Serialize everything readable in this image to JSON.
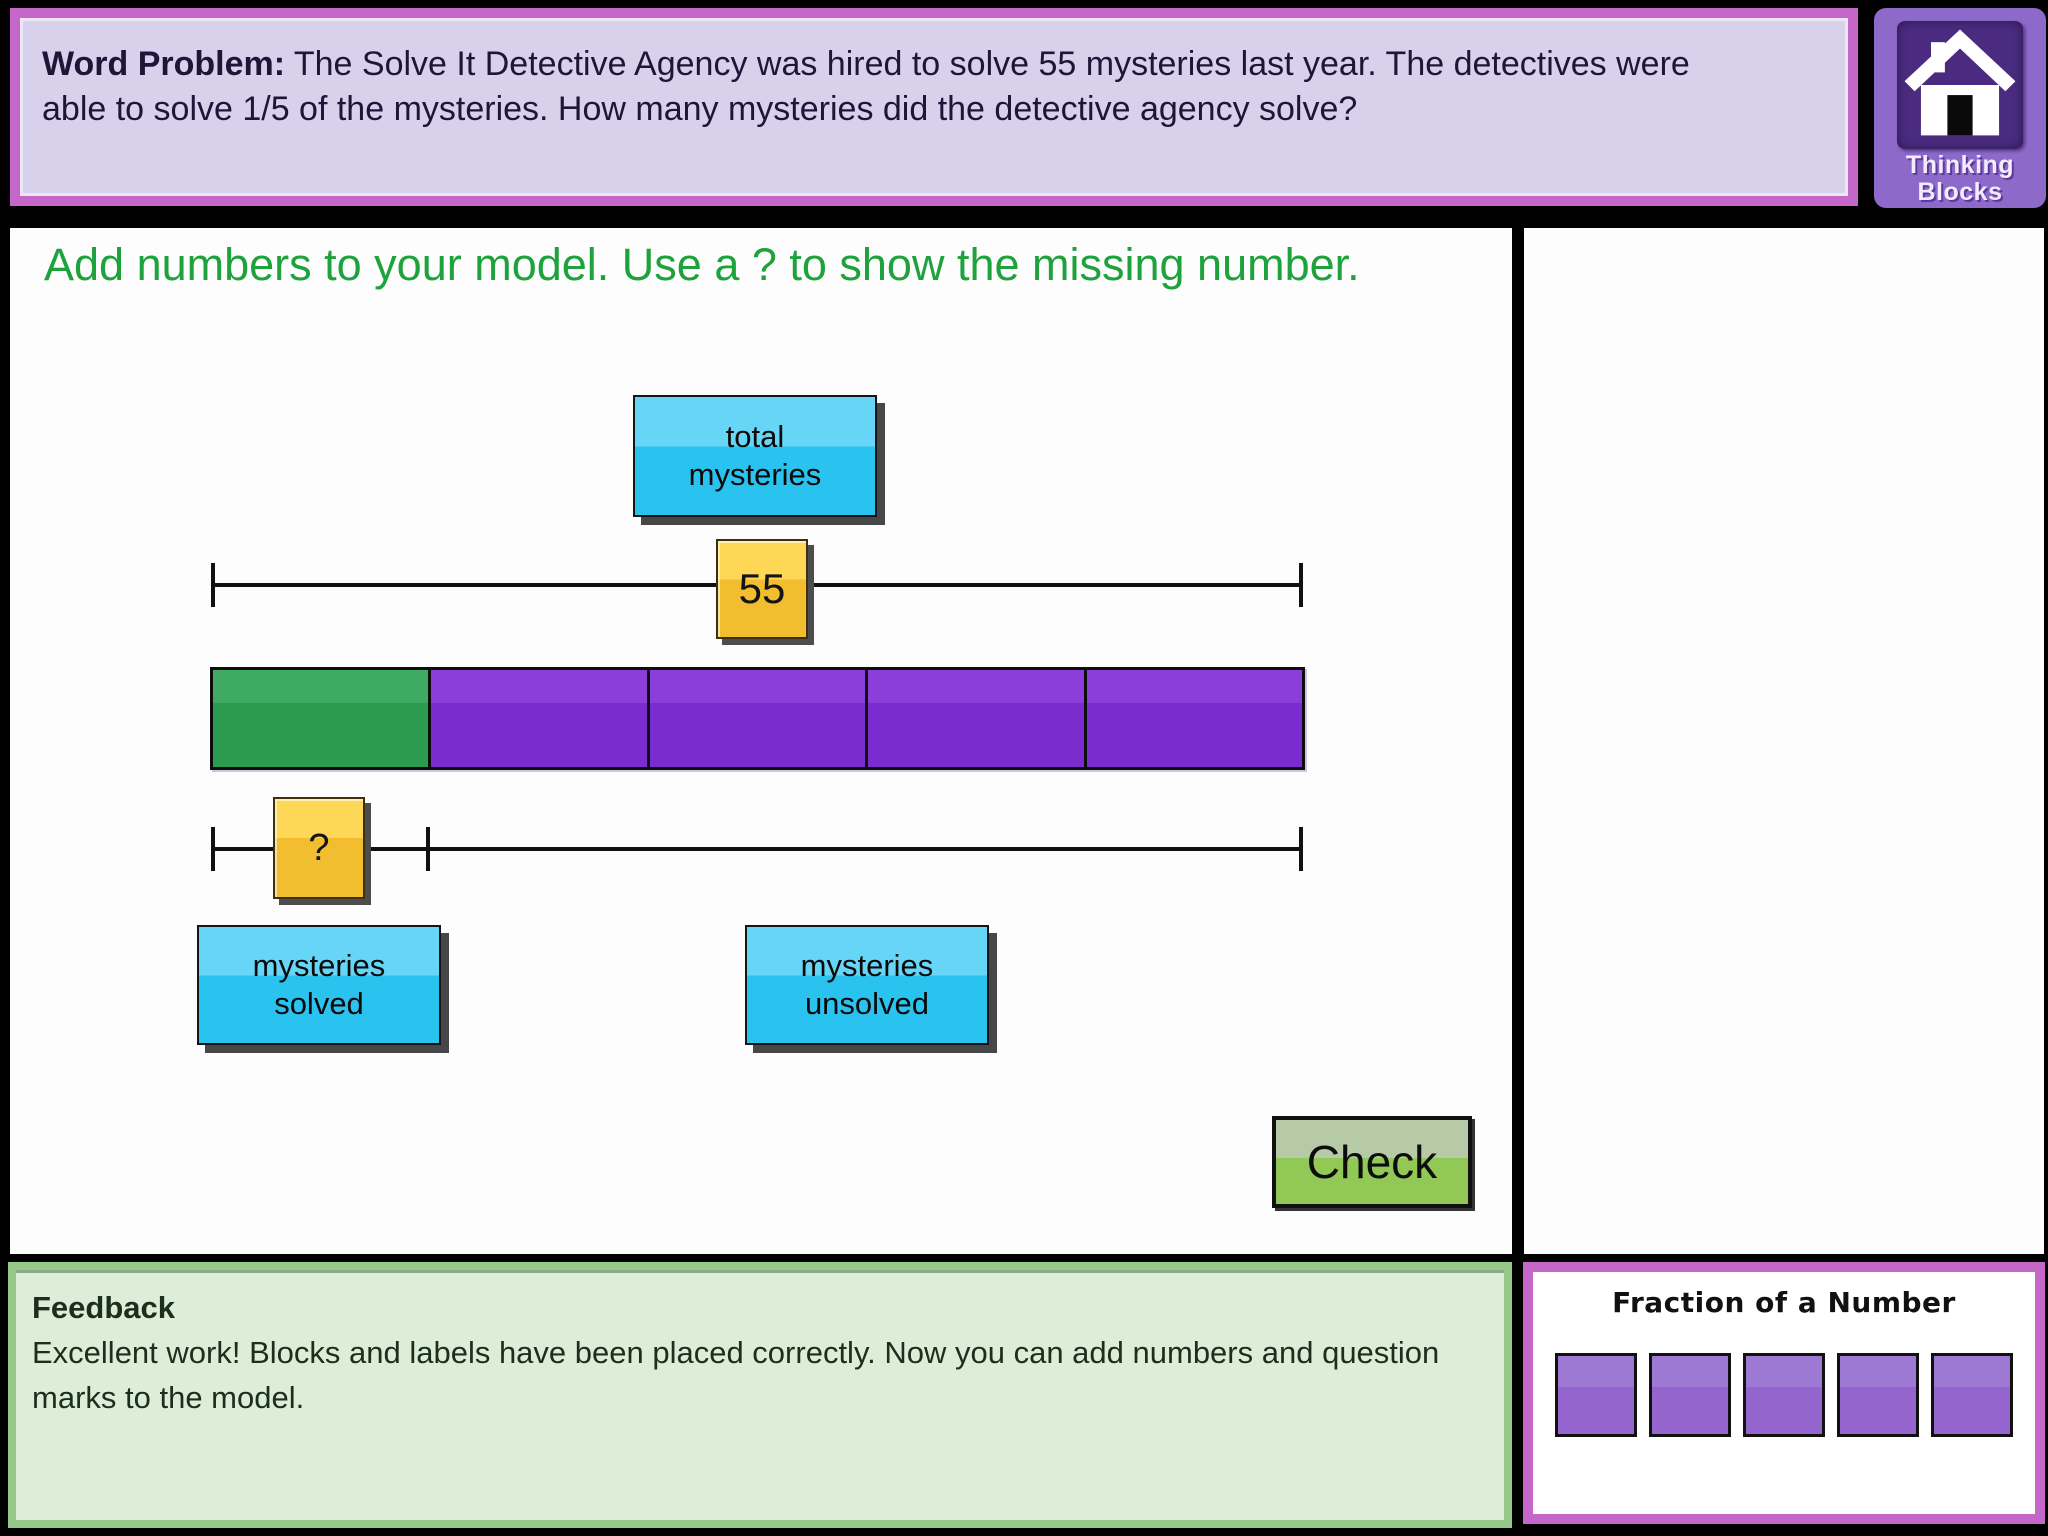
{
  "problem": {
    "label": "Word Problem:",
    "text": " The Solve It Detective Agency was hired to solve 55 mysteries last year. The detectives were able to solve 1/5 of the mysteries. How many mysteries did the detective agency solve?"
  },
  "logo": {
    "line1": "Thinking",
    "line2": "Blocks",
    "icon": "home-house-icon"
  },
  "workspace": {
    "instruction": "Add numbers to your model. Use a ? to show the missing number.",
    "check_label": "Check"
  },
  "model": {
    "total_label": "total\nmysteries",
    "total_value": "55",
    "unknown_value": "?",
    "solved_label": "mysteries\nsolved",
    "unsolved_label": "mysteries\nunsolved",
    "bar_segments": [
      "solved",
      "unsolved",
      "unsolved",
      "unsolved",
      "unsolved"
    ]
  },
  "feedback": {
    "title": "Feedback",
    "message": "Excellent work! Blocks and labels have been placed correctly. Now you can add numbers and question marks to the model."
  },
  "mini_panel": {
    "title": "Fraction of a Number",
    "square_count": 5
  },
  "colors": {
    "page_bg": "#000000",
    "problem_border": "#c567c9",
    "problem_bg": "#d7d1ec",
    "problem_text": "#1e1638",
    "instruction_green": "#1ea23c",
    "cyan_top": "#66d5f6",
    "cyan_bottom": "#2ac2ef",
    "gold_top": "#fdd755",
    "gold_bottom": "#f2be2f",
    "bar_green_top": "#3eaa62",
    "bar_green_bottom": "#2c9b50",
    "bar_purple_top": "#8b3ed9",
    "bar_purple_bottom": "#7a2ccf",
    "check_top": "#b6caa7",
    "check_bottom": "#92c855",
    "feedback_border": "#94c987",
    "feedback_bg": "#dcedd8",
    "feedback_text": "#1c2e1c",
    "mini_border": "#c567c9",
    "mini_square_top": "#9e79d3",
    "mini_square_bottom": "#9365cd",
    "logo_tile": "#8d69ca",
    "logo_inner": "#4a2b80"
  }
}
